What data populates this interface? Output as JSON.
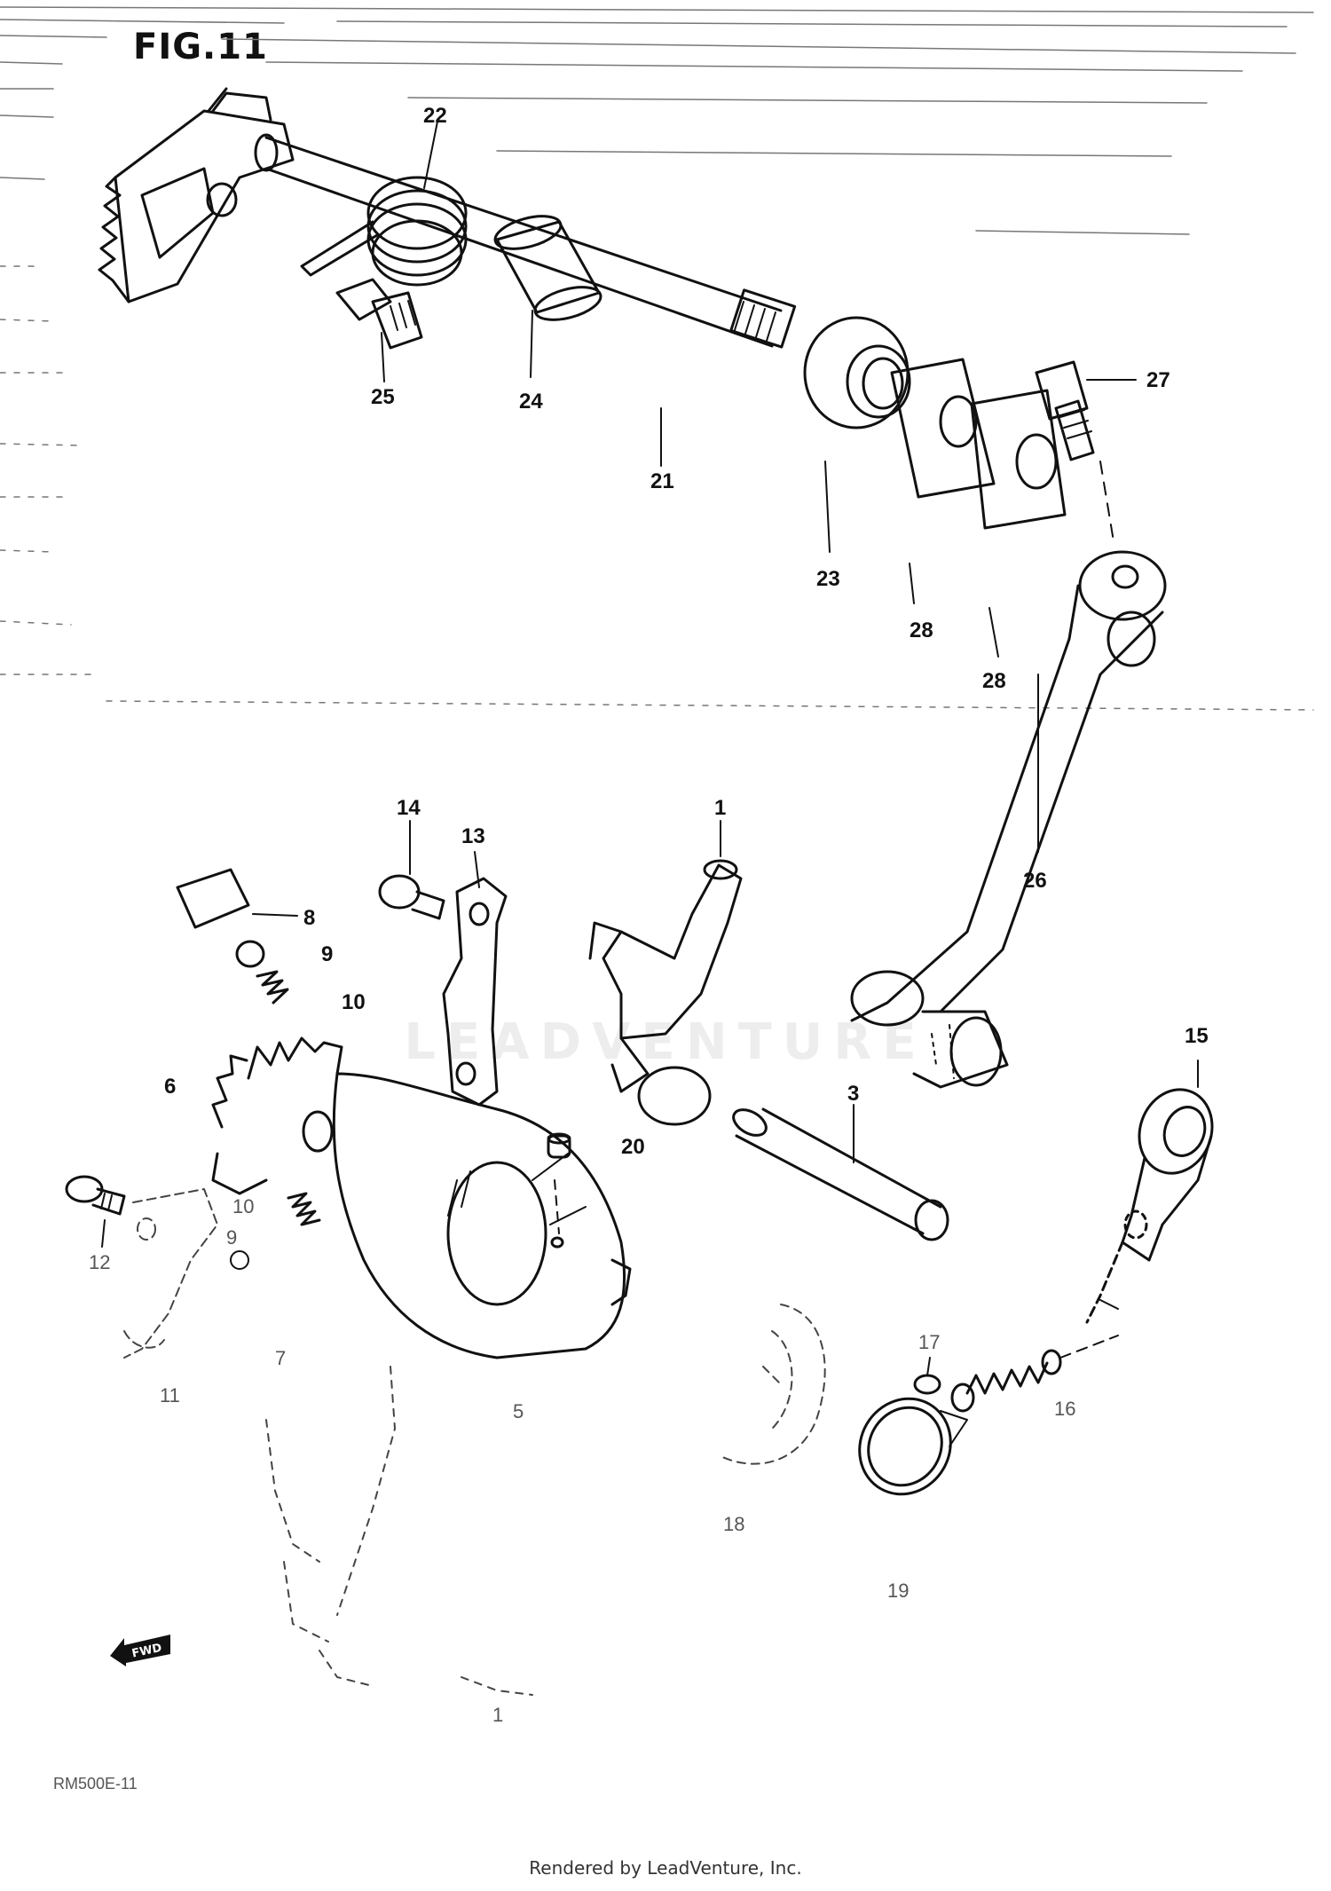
{
  "figure": {
    "title": "FIG.11"
  },
  "labels": {
    "p1": "1",
    "p3": "3",
    "p6": "6",
    "p8": "8",
    "p9a": "9",
    "p9b": "9",
    "p10a": "10",
    "p10b": "10",
    "p11": "11",
    "p12": "12",
    "p13": "13",
    "p14": "14",
    "p15": "15",
    "p16": "16",
    "p17": "17",
    "p18": "18",
    "p19": "19",
    "p20": "20",
    "p21": "21",
    "p22": "22",
    "p23": "23",
    "p24": "24",
    "p25": "25",
    "p26": "26",
    "p27": "27",
    "p28a": "28",
    "p28b": "28",
    "p5": "5",
    "p7": "7",
    "p4": "1"
  },
  "fwd": {
    "label": "FWD"
  },
  "watermark": {
    "text": "LEADVENTURE"
  },
  "footer": {
    "code": "RM500E-11",
    "credit": "Rendered by LeadVenture, Inc."
  }
}
